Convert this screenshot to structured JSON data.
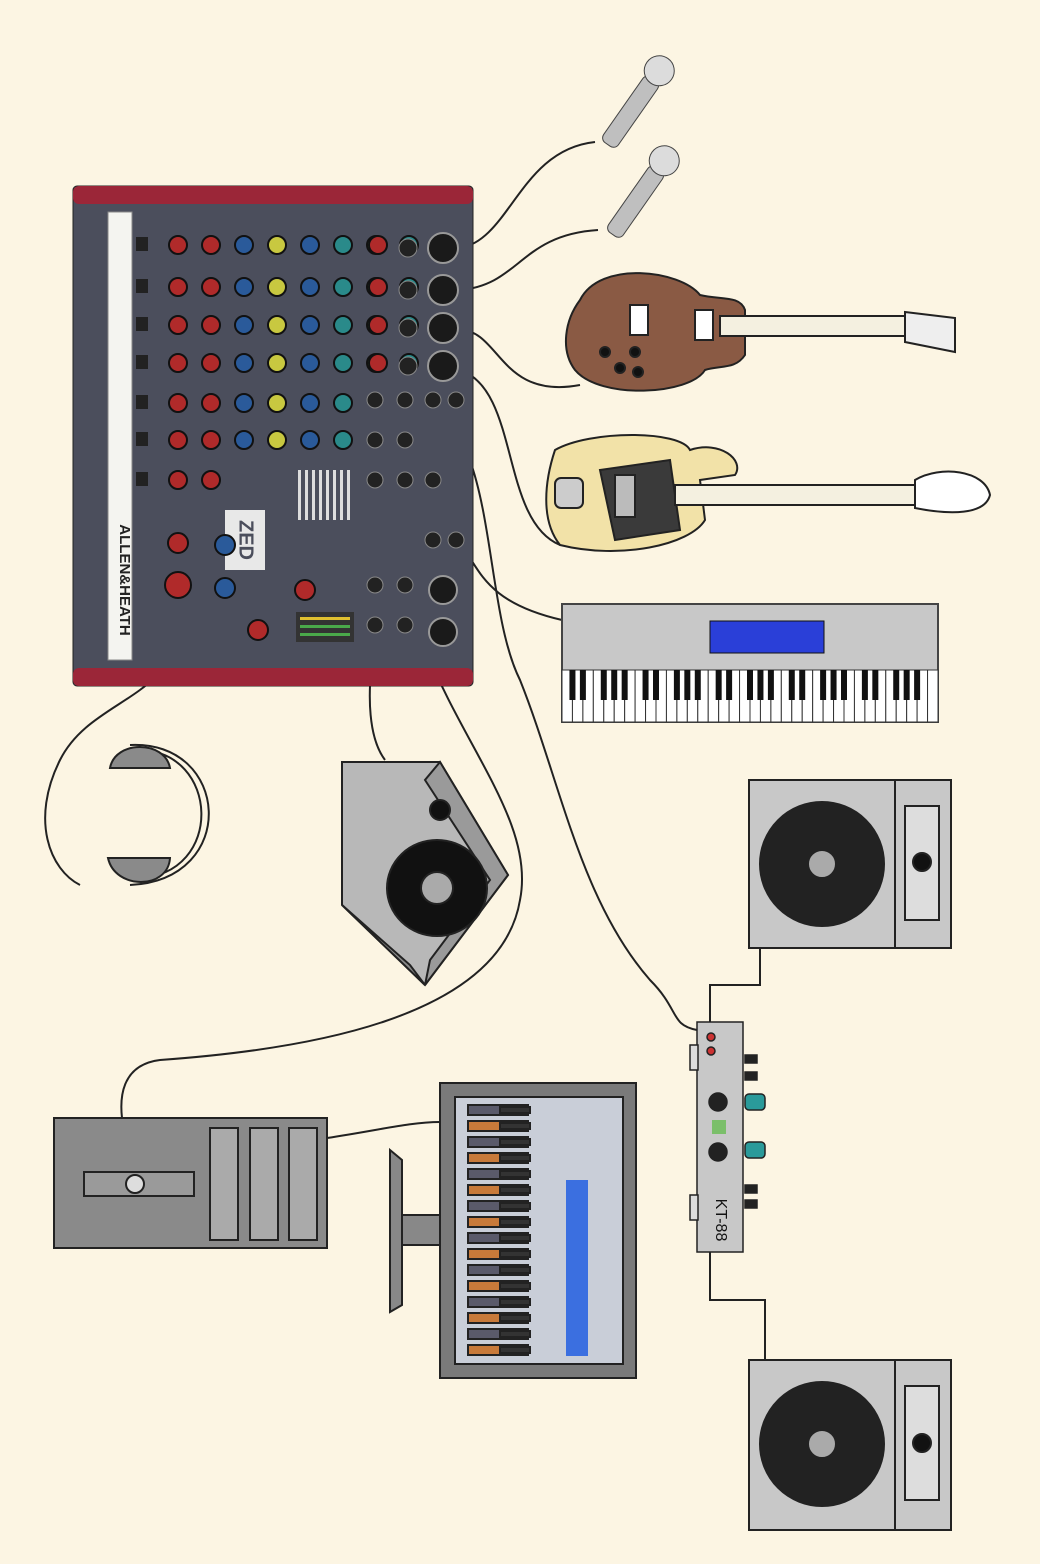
{
  "diagram": {
    "mixer": {
      "brand": "ALLEN&HEATH",
      "model": "ZED"
    },
    "interface": {
      "label": "KT-88"
    }
  },
  "colors": {
    "background": "#fcf5e3",
    "mixer_body": "#4b4e5c",
    "mixer_trim": "#9b2638",
    "device_gray": "#c8c8c8",
    "display_blue": "#2a3fd8",
    "guitar_brown": "#8a5a44",
    "bass_cream": "#f2e2a8",
    "cable": "#222222"
  }
}
